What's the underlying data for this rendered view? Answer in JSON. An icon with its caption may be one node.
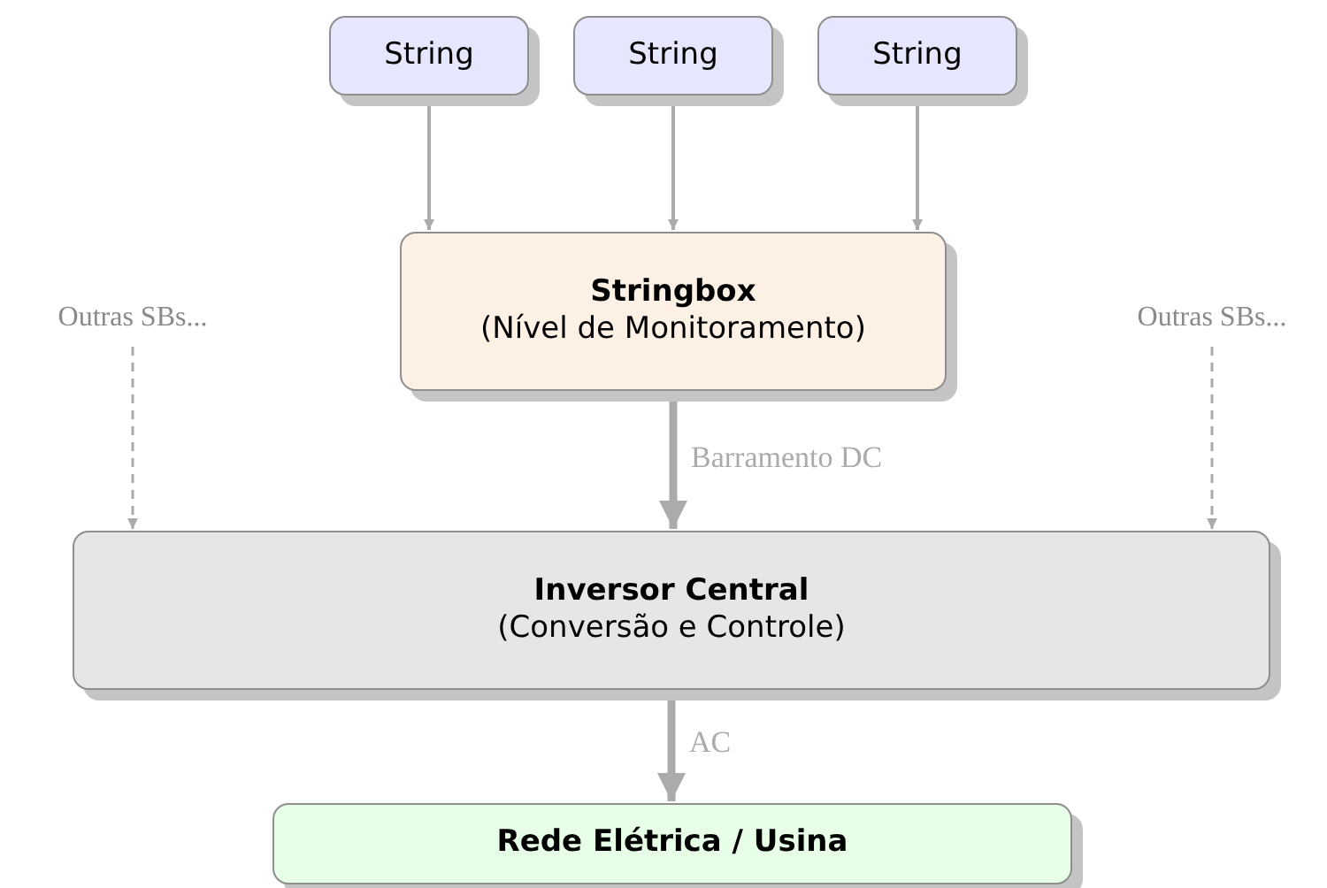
{
  "diagram": {
    "nodes": [
      {
        "text": [
          "String"
        ]
      },
      {
        "text": [
          "String"
        ]
      },
      {
        "text": [
          "String"
        ]
      },
      {
        "text": [
          "Stringbox",
          "(Nível de Monitoramento)"
        ]
      },
      {
        "text": [
          "Outras SBs..."
        ]
      },
      {
        "text": [
          "Outras SBs..."
        ]
      },
      {
        "text": [
          "Inversor Central",
          "(Conversão e Controle)"
        ]
      },
      {
        "text": [
          "Rede Elétrica / Usina"
        ]
      }
    ],
    "edges": [
      {
        "from": 0,
        "to": 3,
        "arrow": "to"
      },
      {
        "from": 1,
        "to": 3,
        "arrow": "to"
      },
      {
        "from": 2,
        "to": 3,
        "arrow": "to"
      },
      {
        "from": 3,
        "to": 6,
        "arrow": "to",
        "label": "Barramento DC",
        "style": "thick"
      },
      {
        "from": 4,
        "to": 6,
        "arrow": "to",
        "style": "dashed"
      },
      {
        "from": 5,
        "to": 6,
        "arrow": "to",
        "style": "dashed"
      },
      {
        "from": 6,
        "to": 7,
        "arrow": "to",
        "label": "AC",
        "style": "thick"
      }
    ]
  }
}
